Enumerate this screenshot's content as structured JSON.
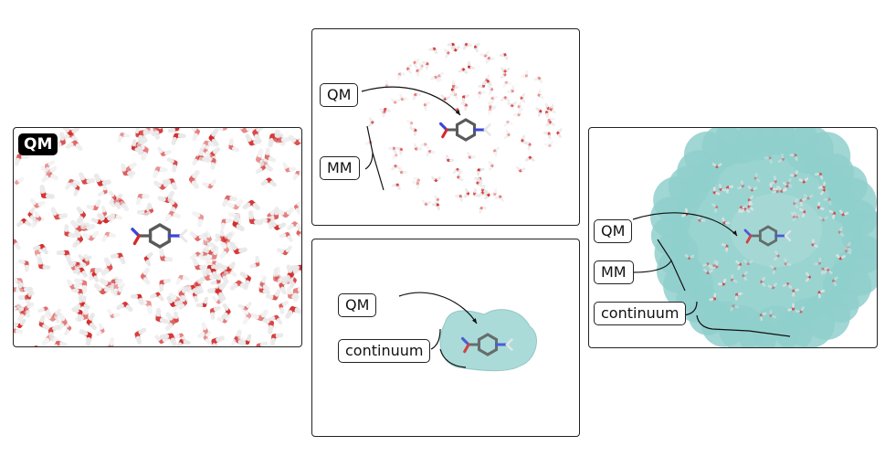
{
  "panel_a": {
    "tag": "QM"
  },
  "panel_b": {
    "label_qm": "QM",
    "label_mm": "MM"
  },
  "panel_c": {
    "label_qm": "QM",
    "label_continuum": "continuum"
  },
  "panel_d": {
    "label_qm": "QM",
    "label_mm": "MM",
    "label_continuum": "continuum"
  },
  "colors": {
    "oxygen": "#d42a2a",
    "carbon": "#5a5a5a",
    "hydrogen": "#e8e8e8",
    "nitrogen": "#3b46d6",
    "continuum": "#8fcfcc",
    "border": "#222222"
  }
}
